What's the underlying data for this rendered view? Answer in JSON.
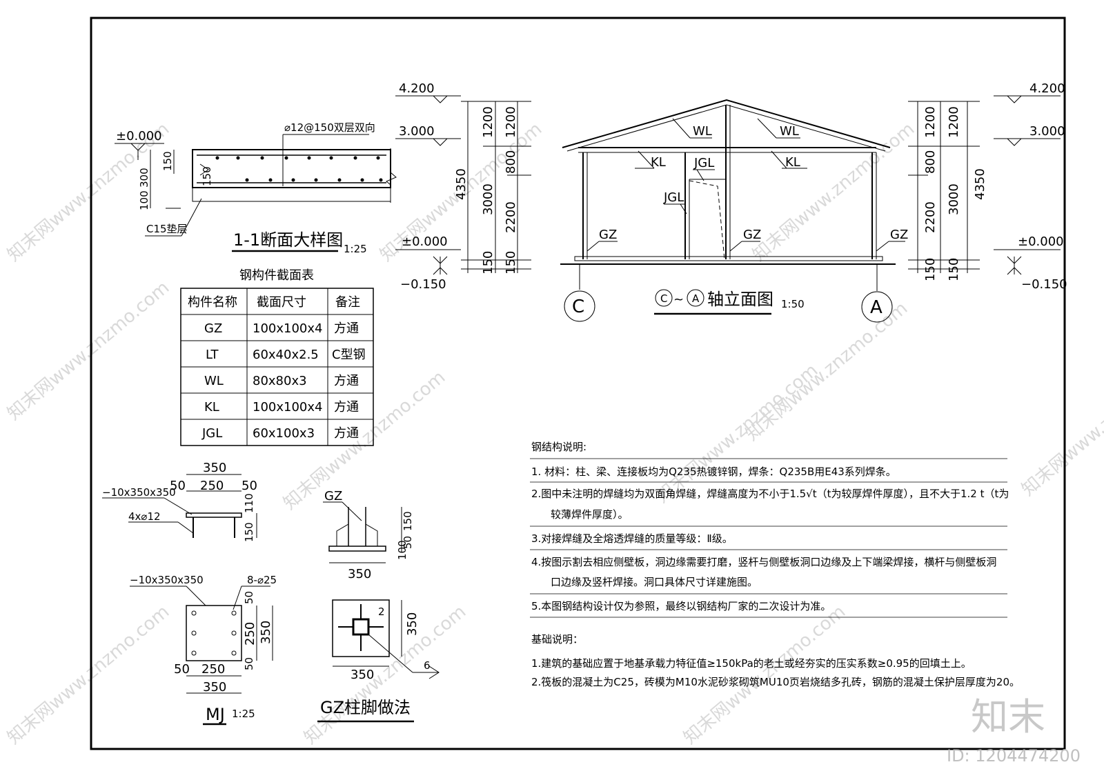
{
  "section_detail": {
    "elev_zero": "±0.000",
    "rebar_note": "⌀12@150双层双向",
    "dims": [
      "150",
      "300",
      "100",
      "150"
    ],
    "cushion": "C15垫层",
    "title": "1-1断面大样图",
    "scale": "1:25"
  },
  "steel_table": {
    "title": "钢构件截面表",
    "headers": [
      "构件名称",
      "截面尺寸",
      "备注"
    ],
    "rows": [
      [
        "GZ",
        "100x100x4",
        "方通"
      ],
      [
        "LT",
        "60x40x2.5",
        "C型钢"
      ],
      [
        "WL",
        "80x80x3",
        "方通"
      ],
      [
        "KL",
        "100x100x4",
        "方通"
      ],
      [
        "JGL",
        "60x100x3",
        "方通"
      ]
    ]
  },
  "elevation": {
    "levels_left": [
      "4.200",
      "3.000",
      "±0.000",
      "−0.150"
    ],
    "levels_right": [
      "4.200",
      "3.000",
      "±0.000",
      "−0.150"
    ],
    "dims_left_inner": [
      "1200",
      "3000",
      "150"
    ],
    "dims_left_outer": [
      "1200",
      "800",
      "2200",
      "150"
    ],
    "dim_left_total": "4350",
    "dims_right_inner": [
      "1200",
      "800",
      "2200",
      "150"
    ],
    "dims_right_outer": [
      "1200",
      "3000",
      "150"
    ],
    "dim_right_total": "4350",
    "labels": [
      "WL",
      "WL",
      "KL",
      "KL",
      "JGL",
      "JGL",
      "GZ",
      "GZ",
      "GZ"
    ],
    "axis_left": "C",
    "axis_right": "A",
    "title_axis_a": "C",
    "title_axis_b": "A",
    "title_text": "轴立面图",
    "title_join": "~",
    "scale": "1:50"
  },
  "mj_detail": {
    "plate_side": "−10x350x350",
    "bolts_side": "4x⌀12",
    "dims_top": [
      "350",
      "50",
      "250",
      "50"
    ],
    "dims_side": [
      "110",
      "150"
    ],
    "plate_plan": "−10x350x350",
    "holes": "8-⌀25",
    "dims_plan_right": [
      "50",
      "250",
      "350",
      "50"
    ],
    "dims_plan_bottom": [
      "50",
      "250",
      "350"
    ],
    "title": "MJ",
    "scale": "1:25"
  },
  "gz_foot": {
    "label": "GZ",
    "dims_side": [
      "150",
      "100",
      "50"
    ],
    "dim_width": "350",
    "plan_dim_right": "350",
    "plan_dim_bottom": "350",
    "weld_size": "2",
    "weld_note": "6",
    "title": "GZ柱脚做法"
  },
  "notes": {
    "steel_title": "钢结构说明:",
    "steel_items": [
      "1. 材料：柱、梁、连接板均为Q235热镀锌钢，焊条：Q235B用E43系列焊条。",
      "2.图中未注明的焊缝均为双面角焊缝，焊缝高度为不小于1.5√t（t为较厚焊件厚度），且不大于1.2 t（t为",
      "较薄焊件厚度）。",
      "3.对接焊缝及全熔透焊缝的质量等级：Ⅱ级。",
      "4.按图示割去相应侧壁板，洞边缘需要打磨，竖杆与侧壁板洞口边缘及上下端梁焊接，横杆与侧壁板洞",
      "口边缘及竖杆焊接。洞口具体尺寸详建施图。",
      "5.本图钢结构设计仅为参照，最终以钢结构厂家的二次设计为准。"
    ],
    "found_title": "基础说明：",
    "found_items": [
      "1.建筑的基础应置于地基承载力特征值≥150kPa的老土或经夯实的压实系数≥0.95的回填土上。",
      "2.筏板的混凝土为C25，砖模为M10水泥砂浆砌筑MU10页岩烧结多孔砖，钢筋的混凝土保护层厚度为20。"
    ]
  },
  "watermark": {
    "text": "知末网www.znzmo.com",
    "logo": "知末",
    "id": "ID: 1204474200"
  }
}
